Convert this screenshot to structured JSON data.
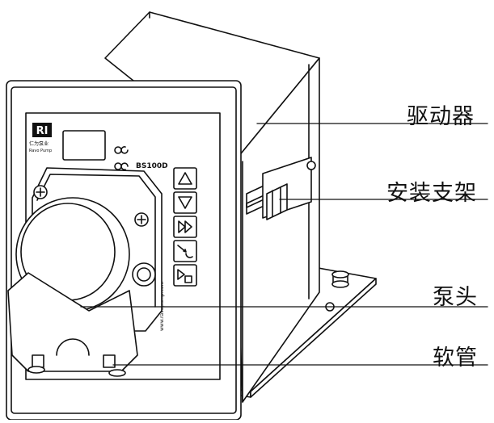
{
  "callouts": {
    "drive": "驱动器",
    "bracket": "安装支架",
    "pump_head": "泵头",
    "tubing": "软管"
  },
  "device": {
    "brand_mark": "RI",
    "brand_name_cn": "仁为泵业",
    "brand_name_en": "Ravo Pump",
    "model": "BS100D",
    "website": "www.ravopump.com"
  },
  "icons": [
    "up-triangle-icon",
    "down-triangle-icon",
    "fast-forward-icon",
    "direction-toggle-icon",
    "start-stop-icon"
  ],
  "colors": {
    "line": "#111111",
    "background": "#ffffff"
  }
}
